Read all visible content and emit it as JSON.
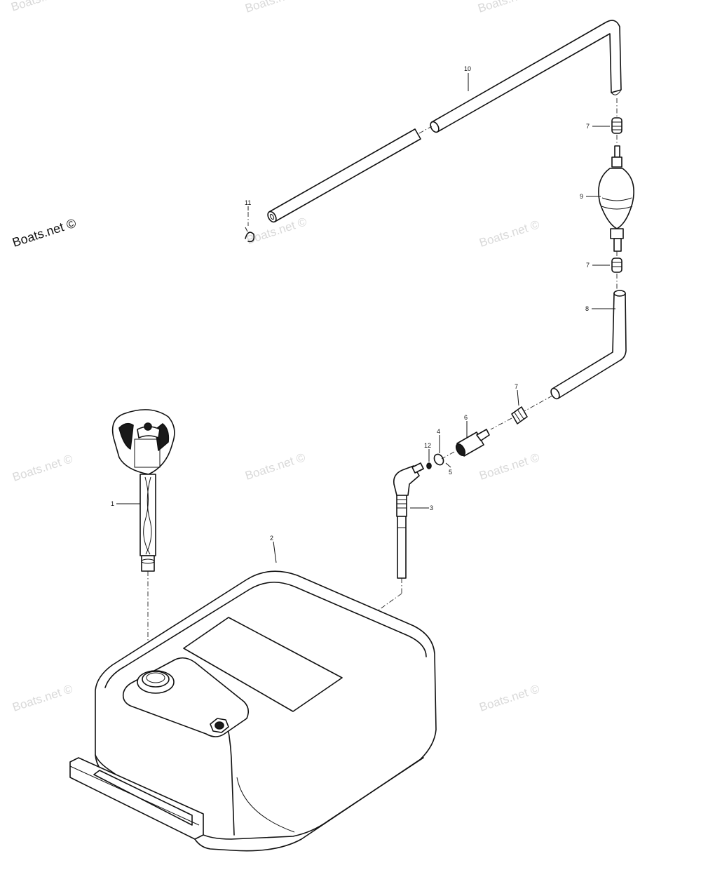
{
  "watermarks": {
    "primary": "Boats.net ©",
    "repeated": "Boats.net ©"
  },
  "parts": [
    {
      "ref": "1",
      "label": "1"
    },
    {
      "ref": "2",
      "label": "2"
    },
    {
      "ref": "3",
      "label": "3"
    },
    {
      "ref": "4",
      "label": "4"
    },
    {
      "ref": "5",
      "label": "5"
    },
    {
      "ref": "6",
      "label": "6"
    },
    {
      "ref": "7a",
      "label": "7"
    },
    {
      "ref": "7b",
      "label": "7"
    },
    {
      "ref": "7c",
      "label": "7"
    },
    {
      "ref": "8",
      "label": "8"
    },
    {
      "ref": "9",
      "label": "9"
    },
    {
      "ref": "10",
      "label": "10"
    },
    {
      "ref": "11",
      "label": "11"
    },
    {
      "ref": "12",
      "label": "12"
    }
  ],
  "colors": {
    "line": "#111111",
    "watermark": "#d9d9d9",
    "background": "#ffffff"
  }
}
